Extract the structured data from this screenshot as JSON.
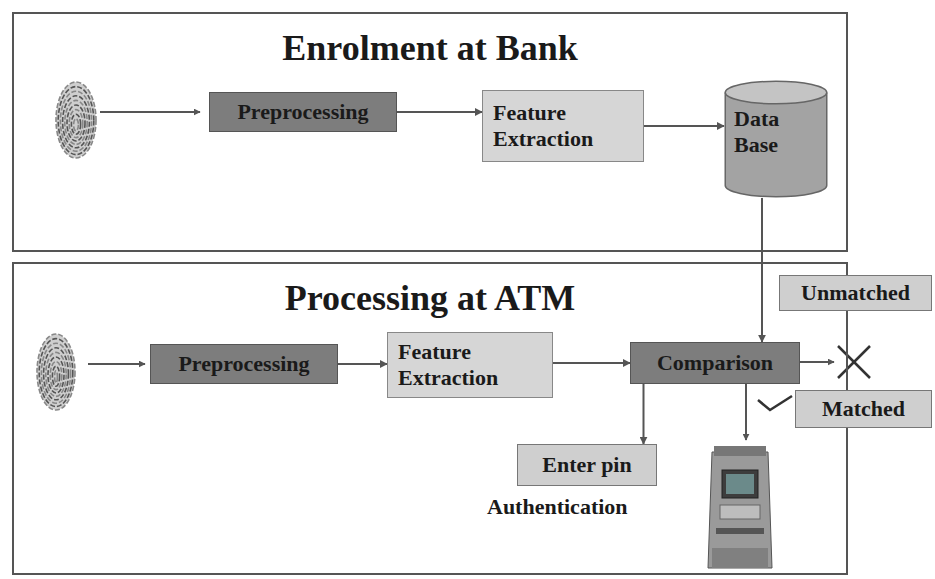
{
  "diagram": {
    "nodes": [
      {
        "text": [
          "Enrolment at Bank"
        ]
      },
      {
        "text": [
          "Preprocessing"
        ],
        "in": 0
      },
      {
        "text": [
          "Feature Extraction"
        ],
        "in": 0
      },
      {
        "text": [
          "Data Base"
        ],
        "in": 0
      },
      {
        "text": [
          "Processing at ATM"
        ]
      },
      {
        "text": [
          "Preprocessing"
        ],
        "in": 4
      },
      {
        "text": [
          "Feature Extraction"
        ],
        "in": 4
      },
      {
        "text": [
          "Comparison"
        ],
        "in": 4
      },
      {
        "text": [
          "Unmatched"
        ]
      },
      {
        "text": [
          "Matched"
        ]
      },
      {
        "text": [
          "Enter pin"
        ],
        "in": 4
      }
    ],
    "edges": [
      {
        "from": 1,
        "to": 2,
        "arrow": "to"
      },
      {
        "from": 2,
        "to": 3,
        "arrow": "to"
      },
      {
        "from": 3,
        "to": 7,
        "arrow": "to"
      },
      {
        "from": 5,
        "to": 6,
        "arrow": "to"
      },
      {
        "from": 6,
        "to": 7,
        "arrow": "to"
      },
      {
        "from": 7,
        "to": 10,
        "arrow": "to"
      }
    ],
    "labels": [
      "Authentication"
    ]
  }
}
